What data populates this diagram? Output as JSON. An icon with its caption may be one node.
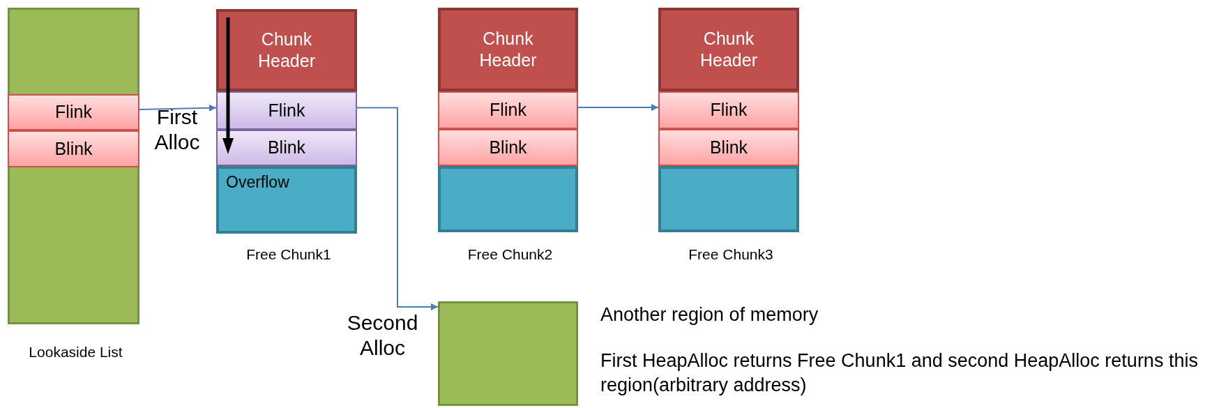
{
  "diagram": {
    "nodes": [
      {
        "text": [
          "Lookaside List"
        ]
      },
      {
        "text": [
          "Flink"
        ],
        "in": 0
      },
      {
        "text": [
          "Blink"
        ],
        "in": 0
      },
      {
        "text": [
          "Free Chunk1"
        ]
      },
      {
        "text": [
          "Chunk Header"
        ],
        "in": 3
      },
      {
        "text": [
          "Flink"
        ],
        "in": 3
      },
      {
        "text": [
          "Blink"
        ],
        "in": 3
      },
      {
        "text": [
          "Overflow"
        ],
        "in": 3
      },
      {
        "text": [
          "Free Chunk2"
        ]
      },
      {
        "text": [
          "Chunk Header"
        ],
        "in": 8
      },
      {
        "text": [
          "Flink"
        ],
        "in": 8
      },
      {
        "text": [
          "Blink"
        ],
        "in": 8
      },
      {
        "text": [],
        "shape": "box",
        "in": 8
      },
      {
        "text": [
          "Free Chunk3"
        ]
      },
      {
        "text": [
          "Chunk Header"
        ],
        "in": 13
      },
      {
        "text": [
          "Flink"
        ],
        "in": 13
      },
      {
        "text": [
          "Blink"
        ],
        "in": 13
      },
      {
        "text": [],
        "shape": "box",
        "in": 13
      },
      {
        "text": [],
        "shape": "box",
        "beside": [
          "Another region of memory"
        ]
      }
    ],
    "edges": [
      {
        "from": 1,
        "to": 5,
        "arrow": "to",
        "label": "First Alloc"
      },
      {
        "from": 5,
        "to": 18,
        "arrow": "to",
        "label": "Second Alloc"
      },
      {
        "from": 10,
        "to": 15,
        "arrow": "to"
      }
    ],
    "labels": [
      "First HeapAlloc returns Free Chunk1 and second HeapAlloc returns this region(arbitrary address)"
    ]
  }
}
